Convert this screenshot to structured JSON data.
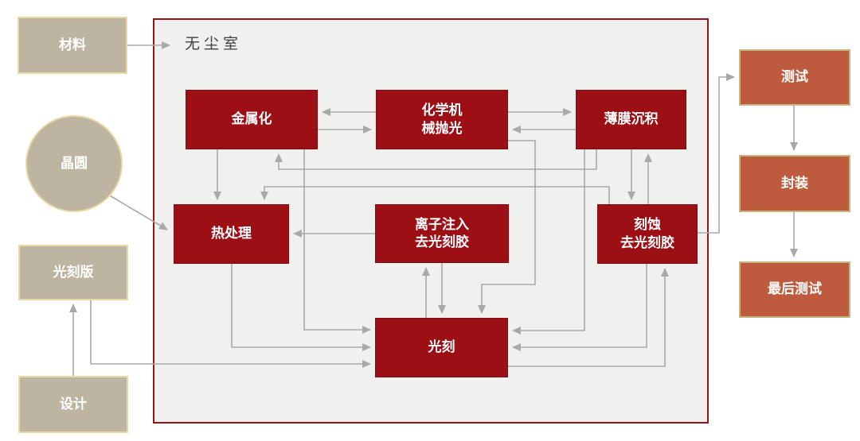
{
  "figure": {
    "clean_room": {
      "label": "无尘室"
    },
    "inputs": [
      {
        "id": "materials",
        "label": "材料",
        "shape": "rect"
      },
      {
        "id": "wafer",
        "label": "晶圆",
        "shape": "circle"
      },
      {
        "id": "photomask",
        "label": "光刻版",
        "shape": "rect"
      },
      {
        "id": "design",
        "label": "设计",
        "shape": "rect"
      }
    ],
    "steps": [
      {
        "id": "metallization",
        "label": "金属化"
      },
      {
        "id": "cmp",
        "label": "化学机\n械抛光"
      },
      {
        "id": "deposition",
        "label": "薄膜沉积"
      },
      {
        "id": "thermal",
        "label": "热处理"
      },
      {
        "id": "ion-implant-strip",
        "label": "离子注入\n去光刻胶"
      },
      {
        "id": "etch-strip",
        "label": "刻蚀\n去光刻胶"
      },
      {
        "id": "litho",
        "label": "光刻"
      }
    ],
    "outputs": [
      {
        "id": "test",
        "label": "测试"
      },
      {
        "id": "packaging",
        "label": "封装"
      },
      {
        "id": "final-test",
        "label": "最后测试"
      }
    ],
    "edges": [
      {
        "from": "materials",
        "to": "clean-room"
      },
      {
        "from": "wafer",
        "to": "thermal"
      },
      {
        "from": "design",
        "to": "photomask"
      },
      {
        "from": "photomask",
        "to": "litho"
      },
      {
        "from": "metallization",
        "to": "thermal"
      },
      {
        "from": "etch-strip",
        "to": "thermal"
      },
      {
        "from": "ion-implant-strip",
        "to": "thermal"
      },
      {
        "from": "deposition",
        "to": "metallization"
      },
      {
        "from": "cmp",
        "to": "metallization"
      },
      {
        "from": "metallization",
        "to": "cmp"
      },
      {
        "from": "cmp",
        "to": "deposition"
      },
      {
        "from": "deposition",
        "to": "cmp"
      },
      {
        "from": "deposition",
        "to": "etch-strip"
      },
      {
        "from": "etch-strip",
        "to": "deposition"
      },
      {
        "from": "cmp",
        "to": "litho"
      },
      {
        "from": "litho",
        "to": "ion-implant-strip"
      },
      {
        "from": "ion-implant-strip",
        "to": "litho"
      },
      {
        "from": "metallization",
        "to": "litho"
      },
      {
        "from": "thermal",
        "to": "litho"
      },
      {
        "from": "deposition",
        "to": "litho"
      },
      {
        "from": "etch-strip",
        "to": "litho"
      },
      {
        "from": "litho",
        "to": "etch-strip"
      },
      {
        "from": "etch-strip",
        "to": "test"
      },
      {
        "from": "test",
        "to": "packaging"
      },
      {
        "from": "packaging",
        "to": "final-test"
      }
    ],
    "colors": {
      "step_box": "#9B0F15",
      "input_box": "#BDB4A2",
      "input_border": "#E9D8A3",
      "output_box": "#BE5B3E",
      "output_border": "#C6B57C",
      "clean_room_fill": "#F0F0EE",
      "clean_room_border": "#9B1118",
      "arrow": "#A9A9A9"
    }
  }
}
